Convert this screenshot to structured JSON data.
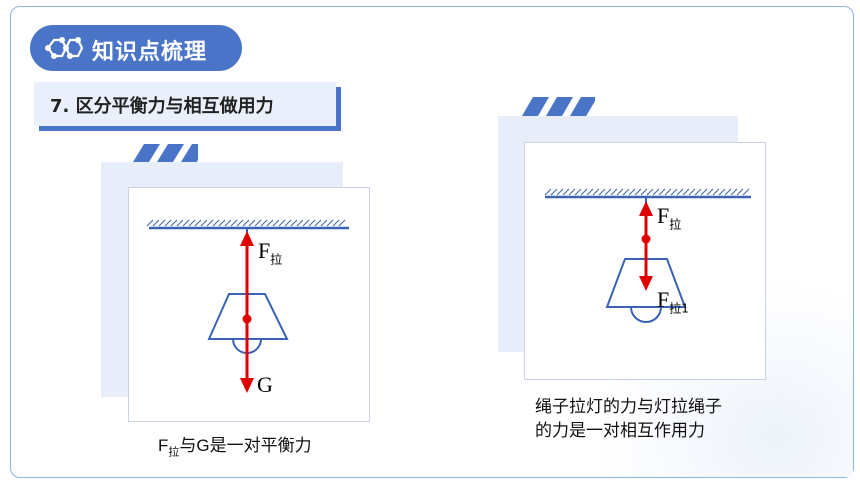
{
  "header": {
    "title": "知识点梳理",
    "icon": "molecule-icon"
  },
  "section": {
    "heading": "7. 区分平衡力与相互做用力"
  },
  "left_diagram": {
    "force_up": "F",
    "force_up_sub": "拉",
    "force_down": "G",
    "caption_prefix": "F",
    "caption_sub": "拉",
    "caption_rest": "与G是一对平衡力"
  },
  "right_diagram": {
    "force_up": "F",
    "force_up_sub": "拉",
    "force_down": "F",
    "force_down_sub": "拉1",
    "caption_line1": "绳子拉灯的力与灯拉绳子",
    "caption_line2": "的力是一对相互作用力"
  },
  "colors": {
    "accent": "#4a74c8",
    "arrow": "#e00000",
    "line": "#3a62b5"
  }
}
